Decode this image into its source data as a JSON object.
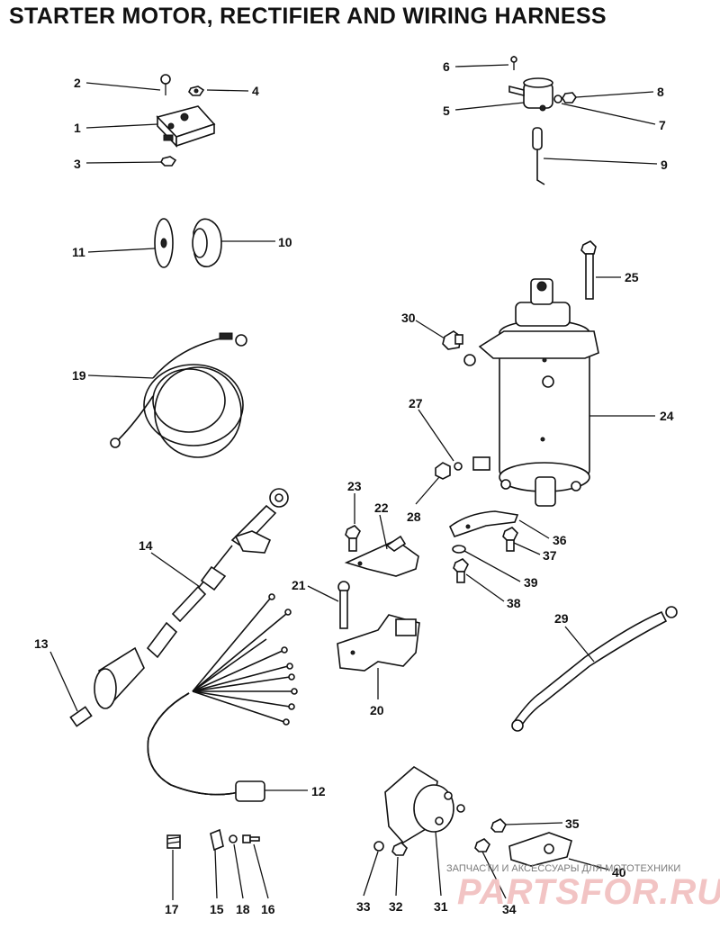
{
  "title": "STARTER MOTOR, RECTIFIER AND WIRING HARNESS",
  "callouts": {
    "c1": "1",
    "c2": "2",
    "c3": "3",
    "c4": "4",
    "c5": "5",
    "c6": "6",
    "c7": "7",
    "c8": "8",
    "c9": "9",
    "c10": "10",
    "c11": "11",
    "c12": "12",
    "c13": "13",
    "c14": "14",
    "c15": "15",
    "c16": "16",
    "c17": "17",
    "c18": "18",
    "c19": "19",
    "c20": "20",
    "c21": "21",
    "c22": "22",
    "c23": "23",
    "c24": "24",
    "c25": "25",
    "c27": "27",
    "c28": "28",
    "c29": "29",
    "c30": "30",
    "c31": "31",
    "c32": "32",
    "c33": "33",
    "c34": "34",
    "c35": "35",
    "c36": "36",
    "c37": "37",
    "c38": "38",
    "c39": "39",
    "c40": "40"
  },
  "watermark": {
    "caption": "ЗАПЧАСТИ И АКСЕССУАРЫ ДЛЯ МОТОТЕХНИКИ",
    "brand": "PARTSFOR.RU"
  }
}
